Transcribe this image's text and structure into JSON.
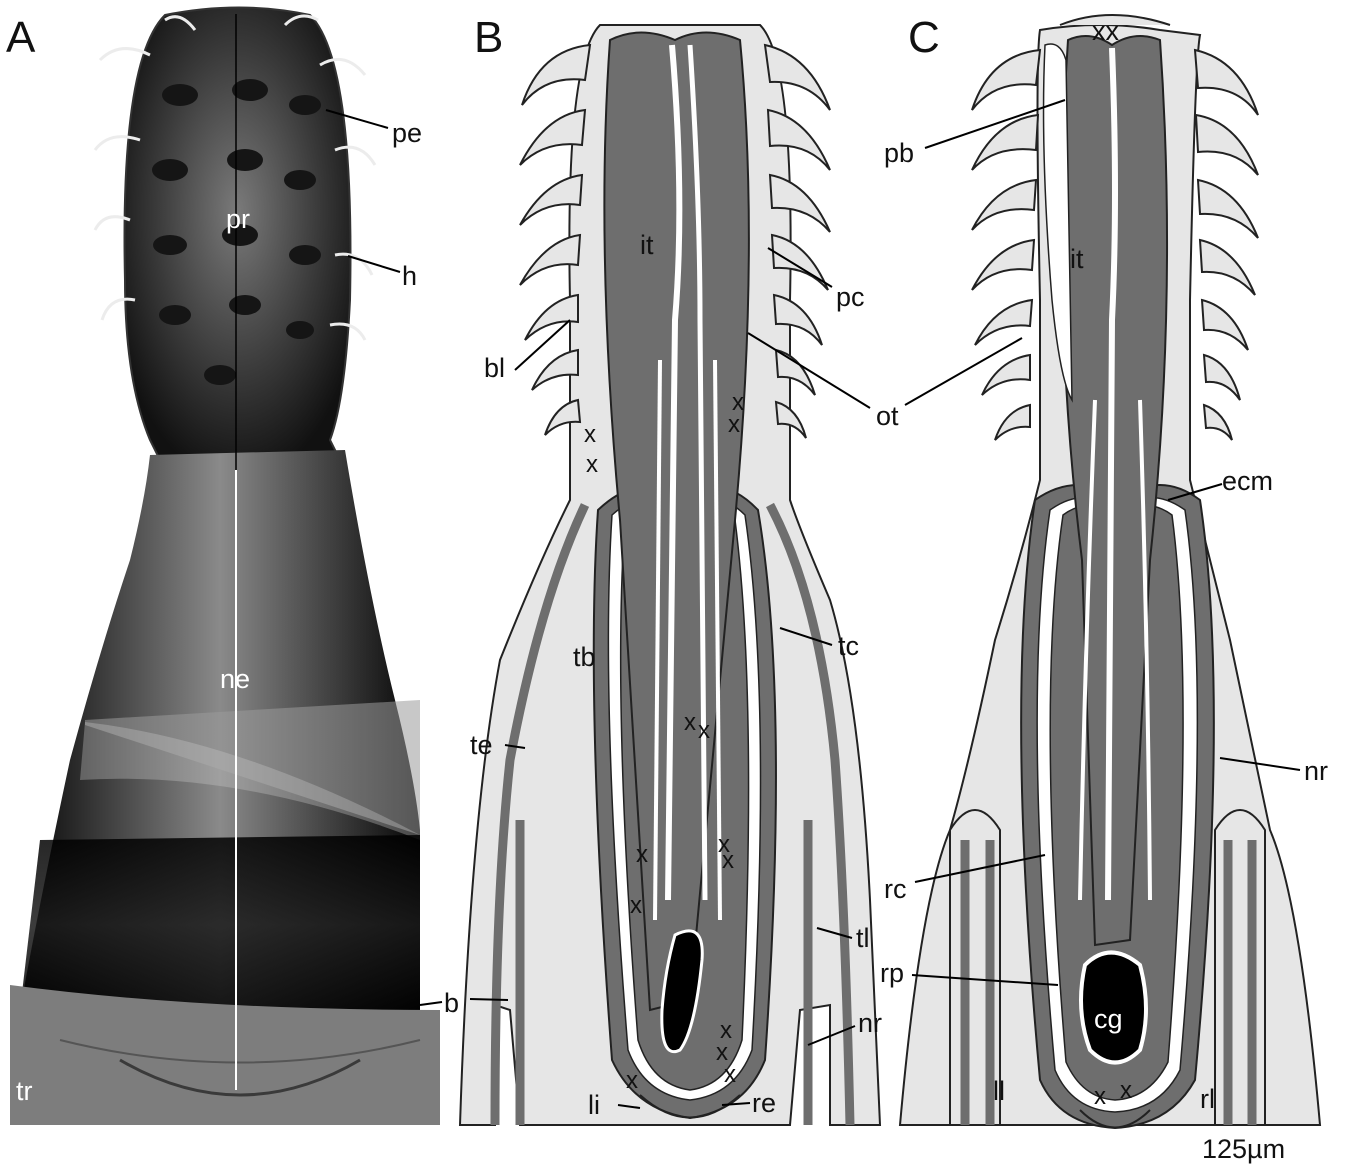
{
  "panels": [
    {
      "id": "A",
      "letter": "A"
    },
    {
      "id": "B",
      "letter": "B"
    },
    {
      "id": "C",
      "letter": "C"
    }
  ],
  "labels_a": {
    "pe": "pe",
    "pr": "pr",
    "h": "h",
    "ne": "ne",
    "b": "b",
    "tr": "tr"
  },
  "labels_b": {
    "it": "it",
    "pc": "pc",
    "bl": "bl",
    "ot": "ot",
    "tb": "tb",
    "tc": "tc",
    "te": "te",
    "tl": "tl",
    "nr": "nr",
    "li": "li",
    "re": "re"
  },
  "labels_c": {
    "pb": "pb",
    "it": "it",
    "ecm": "ecm",
    "nr": "nr",
    "rc": "rc",
    "rp": "rp",
    "cg": "cg",
    "ll": "ll",
    "rl": "rl",
    "xx": "xx"
  },
  "x_mark": "x",
  "scale_bar": "125µm",
  "colors": {
    "tissue": "#6e6e6e",
    "light": "#e6e6e6",
    "outline": "#222222",
    "dark": "#000000"
  }
}
